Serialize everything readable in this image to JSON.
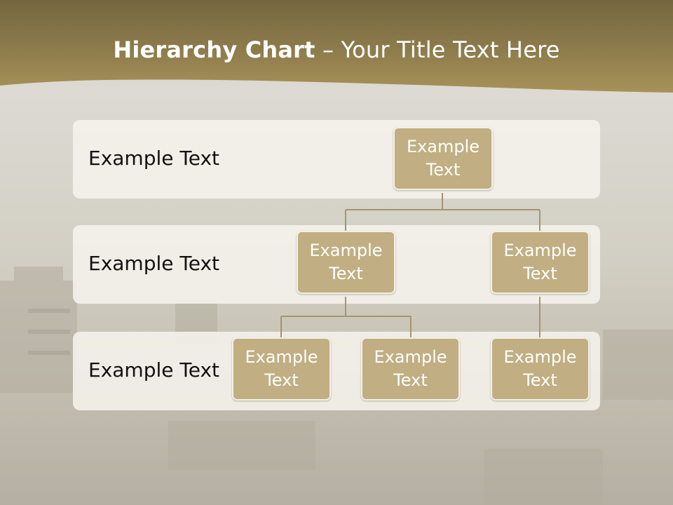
{
  "title": {
    "bold": "Hierarchy Chart",
    "dash": " – ",
    "rest": "Your Title Text Here"
  },
  "rows": [
    {
      "label": "Example Text"
    },
    {
      "label": "Example Text"
    },
    {
      "label": "Example Text"
    }
  ],
  "nodes": {
    "root": "Example Text",
    "left": "Example Text",
    "right": "Example Text",
    "left_child_1": "Example Text",
    "left_child_2": "Example Text",
    "right_child": "Example Text"
  },
  "colors": {
    "header_gold": "#a08c57",
    "node_fill": "#c1ae82",
    "connector": "#a39570",
    "band": "#f5f2ec"
  }
}
